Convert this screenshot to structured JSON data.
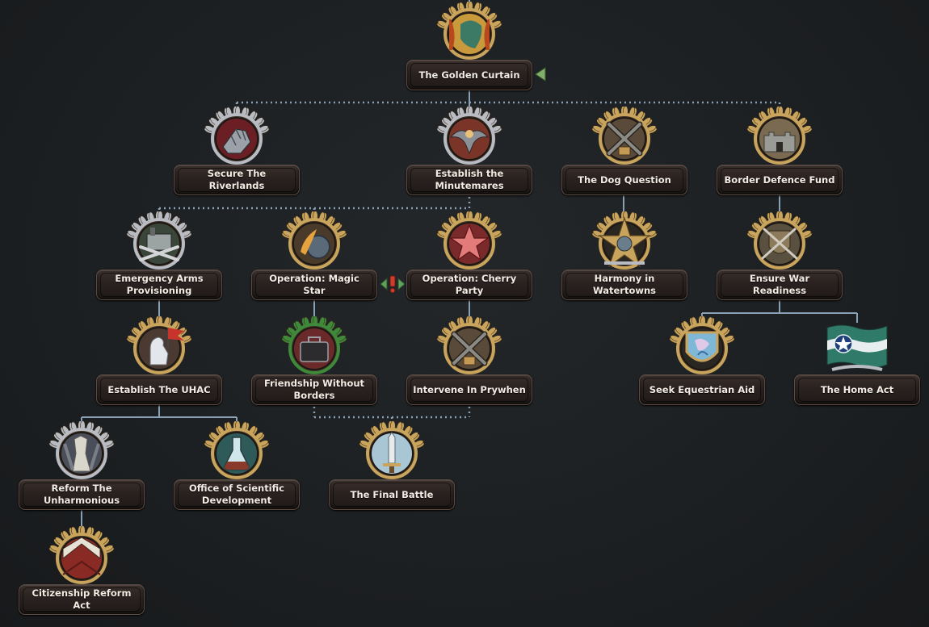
{
  "focuses": [
    {
      "id": "golden-curtain",
      "label": "The Golden Curtain",
      "icon": "curtain-map-icon",
      "frame": "gold"
    },
    {
      "id": "secure-riverlands",
      "label": "Secure The Riverlands",
      "icon": "armored-glove-icon",
      "frame": "silver"
    },
    {
      "id": "minutemares",
      "label": "Establish the Minutemares",
      "icon": "eagle-crest-icon",
      "frame": "silver"
    },
    {
      "id": "dog-question",
      "label": "The Dog Question",
      "icon": "crossed-swords-icon",
      "frame": "gold"
    },
    {
      "id": "border-defence",
      "label": "Border Defence Fund",
      "icon": "fortress-icon",
      "frame": "gold"
    },
    {
      "id": "emergency-arms",
      "label": "Emergency Arms Provisioning",
      "icon": "factory-rifles-icon",
      "frame": "silver"
    },
    {
      "id": "magic-star",
      "label": "Operation: Magic Star",
      "icon": "magic-shield-icon",
      "frame": "gold"
    },
    {
      "id": "cherry-party",
      "label": "Operation: Cherry Party",
      "icon": "red-star-icon",
      "frame": "gold"
    },
    {
      "id": "harmony-watertowns",
      "label": "Harmony in Watertowns",
      "icon": "gold-star-emblem-icon",
      "frame": "gold"
    },
    {
      "id": "war-readiness",
      "label": "Ensure War Readiness",
      "icon": "shield-rifles-icon",
      "frame": "gold"
    },
    {
      "id": "uhac",
      "label": "Establish The UHAC",
      "icon": "pony-statue-flag-icon",
      "frame": "gold"
    },
    {
      "id": "friendship-borders",
      "label": "Friendship Without Borders",
      "icon": "briefcase-icon",
      "frame": "green"
    },
    {
      "id": "prywhen",
      "label": "Intervene In Prywhen",
      "icon": "crossed-swords-icon",
      "frame": "gold"
    },
    {
      "id": "equestrian-aid",
      "label": "Seek Equestrian Aid",
      "icon": "equestrian-crest-icon",
      "frame": "gold"
    },
    {
      "id": "home-act",
      "label": "The Home Act",
      "icon": "blue-star-flag-icon",
      "frame": "none"
    },
    {
      "id": "unharmonious",
      "label": "Reform The Unharmonious",
      "icon": "raised-hoof-icon",
      "frame": "silver"
    },
    {
      "id": "scientific-dev",
      "label": "Office of Scientific Development",
      "icon": "flask-icon",
      "frame": "gold"
    },
    {
      "id": "final-battle",
      "label": "The Final Battle",
      "icon": "final-battle-sword-icon",
      "frame": "gold"
    },
    {
      "id": "citizenship-reform",
      "label": "Citizenship Reform Act",
      "icon": "chevron-shield-icon",
      "frame": "gold"
    }
  ],
  "markers": {
    "available_arrow": "available-arrow-icon",
    "mutually_exclusive": "mutually-exclusive-icon"
  },
  "colors": {
    "connector": "#8aa0b4",
    "gold_frame": "#c9a45c",
    "silver_frame": "#b8bcc2",
    "green_frame": "#3f8a3a",
    "available_arrow": "#7fb069",
    "exclusive": "#d23a2a"
  }
}
